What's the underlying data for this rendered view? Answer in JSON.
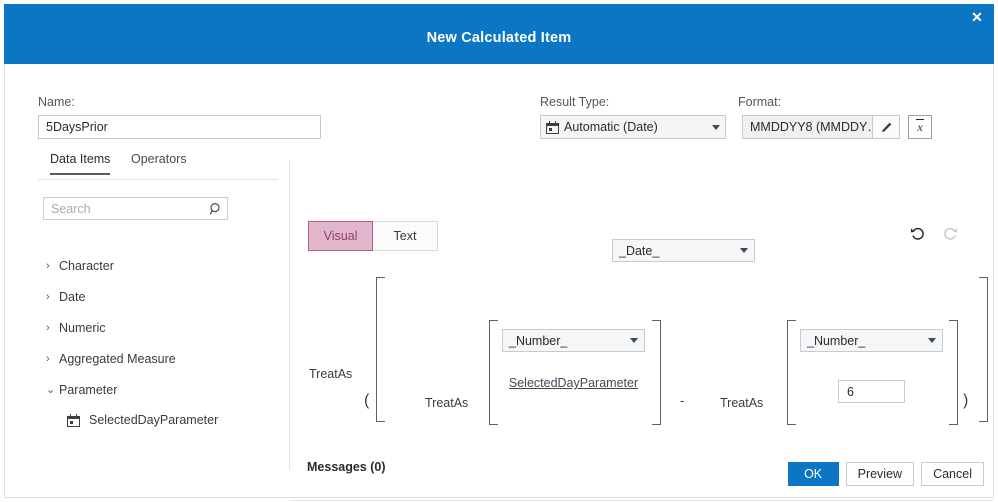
{
  "window": {
    "title": "New Calculated Item",
    "close_icon": "close-icon",
    "accent_color": "#0c76c4"
  },
  "form": {
    "name_label": "Name:",
    "name_value": "5DaysPrior",
    "result_type_label": "Result Type:",
    "result_type_value": "Automatic (Date)",
    "result_type_icon": "calendar-icon",
    "format_label": "Format:",
    "format_value": "MMDDYY8 (MMDDY…",
    "format_edit_icon": "pencil-icon",
    "format_expression_icon": "x-bar-icon"
  },
  "sidebar": {
    "tabs": [
      {
        "label": "Data Items",
        "active": true
      },
      {
        "label": "Operators",
        "active": false
      }
    ],
    "search": {
      "placeholder": "Search",
      "value": "",
      "icon": "search-icon"
    },
    "tree": [
      {
        "label": "Character",
        "expanded": false,
        "chevron": "›"
      },
      {
        "label": "Date",
        "expanded": false,
        "chevron": "›"
      },
      {
        "label": "Numeric",
        "expanded": false,
        "chevron": "›"
      },
      {
        "label": "Aggregated Measure",
        "expanded": false,
        "chevron": "›"
      },
      {
        "label": "Parameter",
        "expanded": true,
        "chevron": "⌄"
      }
    ],
    "children": [
      {
        "label": "SelectedDayParameter",
        "icon": "calendar-icon"
      }
    ]
  },
  "editor": {
    "modes": [
      {
        "label": "Visual",
        "active": true
      },
      {
        "label": "Text",
        "active": false
      }
    ],
    "active_color": "#e2b6cd",
    "active_border_color": "#b4608f",
    "undo_icon": "undo-icon",
    "redo_icon": "redo-icon",
    "undo_enabled": true,
    "redo_enabled": false,
    "expression": {
      "outer_function": "TreatAs",
      "outer_result_type": "_Date_",
      "open_paren": "(",
      "close_paren": ")",
      "operator": "-",
      "left": {
        "function": "TreatAs",
        "result_type": "_Number_",
        "operand": "SelectedDayParameter"
      },
      "right": {
        "function": "TreatAs",
        "result_type": "_Number_",
        "operand": "6"
      }
    }
  },
  "footer": {
    "messages_label": "Messages (0)",
    "buttons": [
      {
        "label": "OK",
        "primary": true
      },
      {
        "label": "Preview",
        "primary": false
      },
      {
        "label": "Cancel",
        "primary": false
      }
    ]
  }
}
